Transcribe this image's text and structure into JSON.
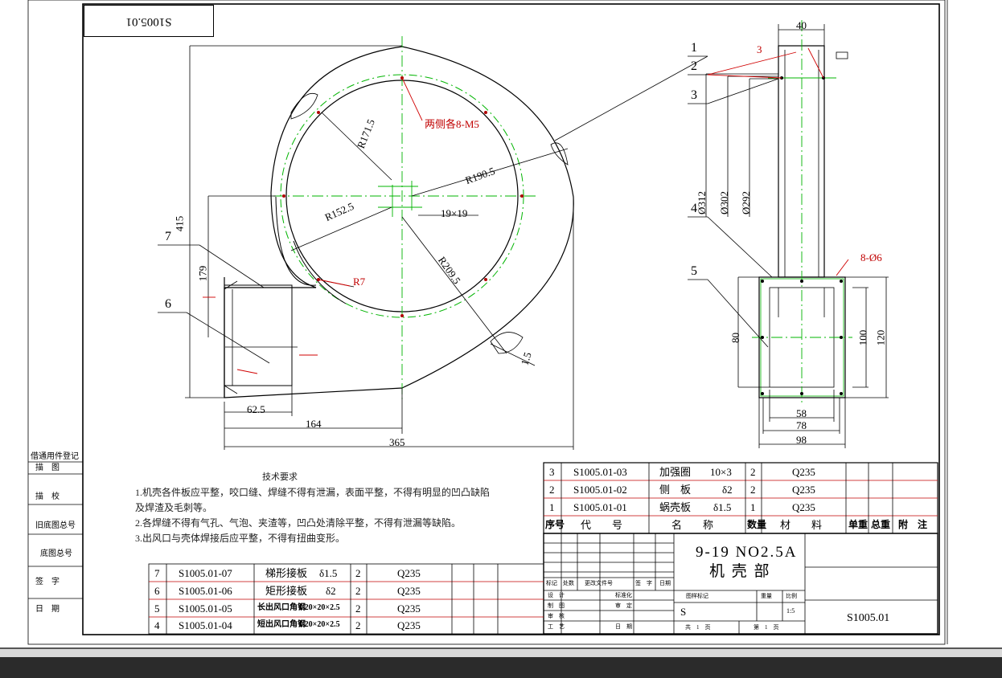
{
  "drawing_number_rotated": "S1005.01",
  "front_view": {
    "dims": {
      "r171": "R171.5",
      "r190": "R190.5",
      "r152": "R152.5",
      "r209": "R209.5",
      "r7": "R7",
      "holes": "两侧各8-M5",
      "sq": "19×19",
      "h415": "415",
      "h179": "179",
      "w62": "62.5",
      "w164": "164",
      "w365": "365",
      "t15": "1.5"
    },
    "balloons": {
      "b6": "6",
      "b7": "7"
    }
  },
  "side_view": {
    "dims": {
      "w40": "40",
      "t3": "3",
      "d312": "Ø312",
      "d302": "Ø302",
      "d292": "Ø292",
      "holes": "8-Ø6",
      "h80": "80",
      "h100": "100",
      "h120": "120",
      "w58": "58",
      "w78": "78",
      "w98": "98"
    },
    "balloons": {
      "b1": "1",
      "b2": "2",
      "b3": "3",
      "b4": "4",
      "b5": "5"
    }
  },
  "requirements": {
    "title": "技术要求",
    "lines": [
      "1.机壳各件板应平整，咬口缝、焊缝不得有泄漏，表面平整，不得有明显的凹凸缺陷",
      "  及焊渣及毛刺等。",
      "2.各焊缝不得有气孔、气泡、夹渣等，凹凸处清除平整，不得有泄漏等缺陷。",
      "3.出风口与壳体焊接后应平整，不得有扭曲变形。"
    ]
  },
  "side_labels": [
    "借通用件登记",
    "描　图",
    "描　校",
    "旧底图总号",
    "底图总号",
    "签　字",
    "日　期"
  ],
  "bom_upper": {
    "rows": [
      {
        "no": "3",
        "code": "S1005.01-03",
        "name": "加强圈",
        "spec": "10×3",
        "qty": "2",
        "mat": "Q235"
      },
      {
        "no": "2",
        "code": "S1005.01-02",
        "name": "侧　板",
        "spec": "δ2",
        "qty": "2",
        "mat": "Q235"
      },
      {
        "no": "1",
        "code": "S1005.01-01",
        "name": "蜗壳板",
        "spec": "δ1.5",
        "qty": "1",
        "mat": "Q235"
      }
    ],
    "header": {
      "no": "序号",
      "code": "代　　号",
      "name": "名　　称",
      "qty": "数量",
      "mat": "材　　料",
      "unit": "单重",
      "total": "总重",
      "note": "附　注"
    }
  },
  "bom_lower": {
    "rows": [
      {
        "no": "7",
        "code": "S1005.01-07",
        "name": "梯形接板",
        "spec": "δ1.5",
        "qty": "2",
        "mat": "Q235"
      },
      {
        "no": "6",
        "code": "S1005.01-06",
        "name": "矩形接板",
        "spec": "δ2",
        "qty": "2",
        "mat": "Q235"
      },
      {
        "no": "5",
        "code": "S1005.01-05",
        "name": "长出风口角钢",
        "spec": "L20×20×2.5",
        "qty": "2",
        "mat": "Q235"
      },
      {
        "no": "4",
        "code": "S1005.01-04",
        "name": "短出风口角钢",
        "spec": "L20×20×2.5",
        "qty": "2",
        "mat": "Q235"
      }
    ]
  },
  "title_block": {
    "model": "9-19 NO2.5A",
    "part_name": "机 壳 部",
    "drawing_no": "S1005.01",
    "labels": {
      "mark": "标记",
      "count": "处数",
      "doc": "更改文件号",
      "sign": "签　字",
      "date": "日期",
      "design": "设　计",
      "draw": "制　图",
      "check": "审　核",
      "craft": "工　艺",
      "std": "标准化",
      "approve": "审　定",
      "date2": "日　期",
      "stage": "图样标记",
      "weight": "重量",
      "scale": "比例",
      "total_sheets": "共　1　页",
      "sheet": "第　1　页"
    },
    "stage_value": "S",
    "scale_value": "1:5"
  },
  "colors": {
    "geometry": "#000000",
    "centerline": "#00b400",
    "leader": "#d00000",
    "taskbar": "#2b2b2b"
  }
}
